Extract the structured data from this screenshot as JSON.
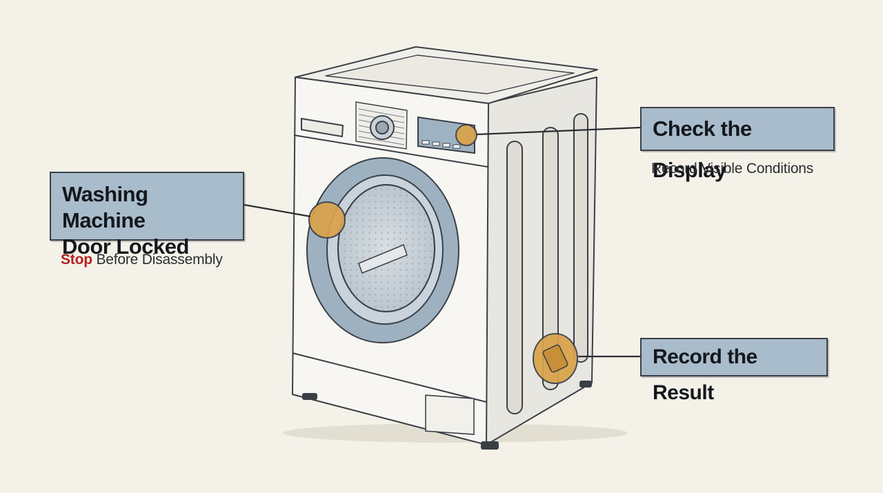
{
  "callouts": {
    "door": {
      "title_line1": "Washing Machine",
      "title_line2": "Door Locked",
      "note_highlight": "Stop",
      "note_rest": " Before Disassembly"
    },
    "display": {
      "title": "Check the Display",
      "note": "Record Visible Conditions"
    },
    "result": {
      "title": "Record the Result"
    }
  },
  "colors": {
    "background": "#f4f1e8",
    "label_fill": "#a9bccc",
    "marker": "#d9a24a",
    "stop_text": "#b4211e",
    "outline": "#3a3f46"
  }
}
